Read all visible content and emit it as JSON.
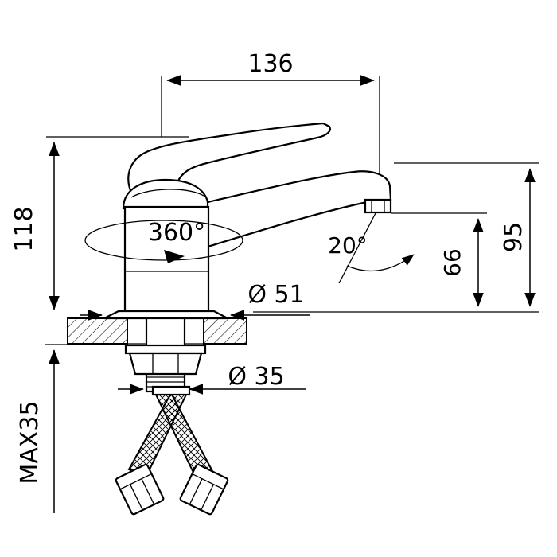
{
  "labels": {
    "width_top": "136",
    "height_left": "118",
    "rotation": "360°",
    "spout_angle": "20°",
    "height_right": "95",
    "outlet_height": "66",
    "base_diameter": "Ø 51",
    "thread_diameter": "Ø 35",
    "max_thickness": "MAX35"
  }
}
